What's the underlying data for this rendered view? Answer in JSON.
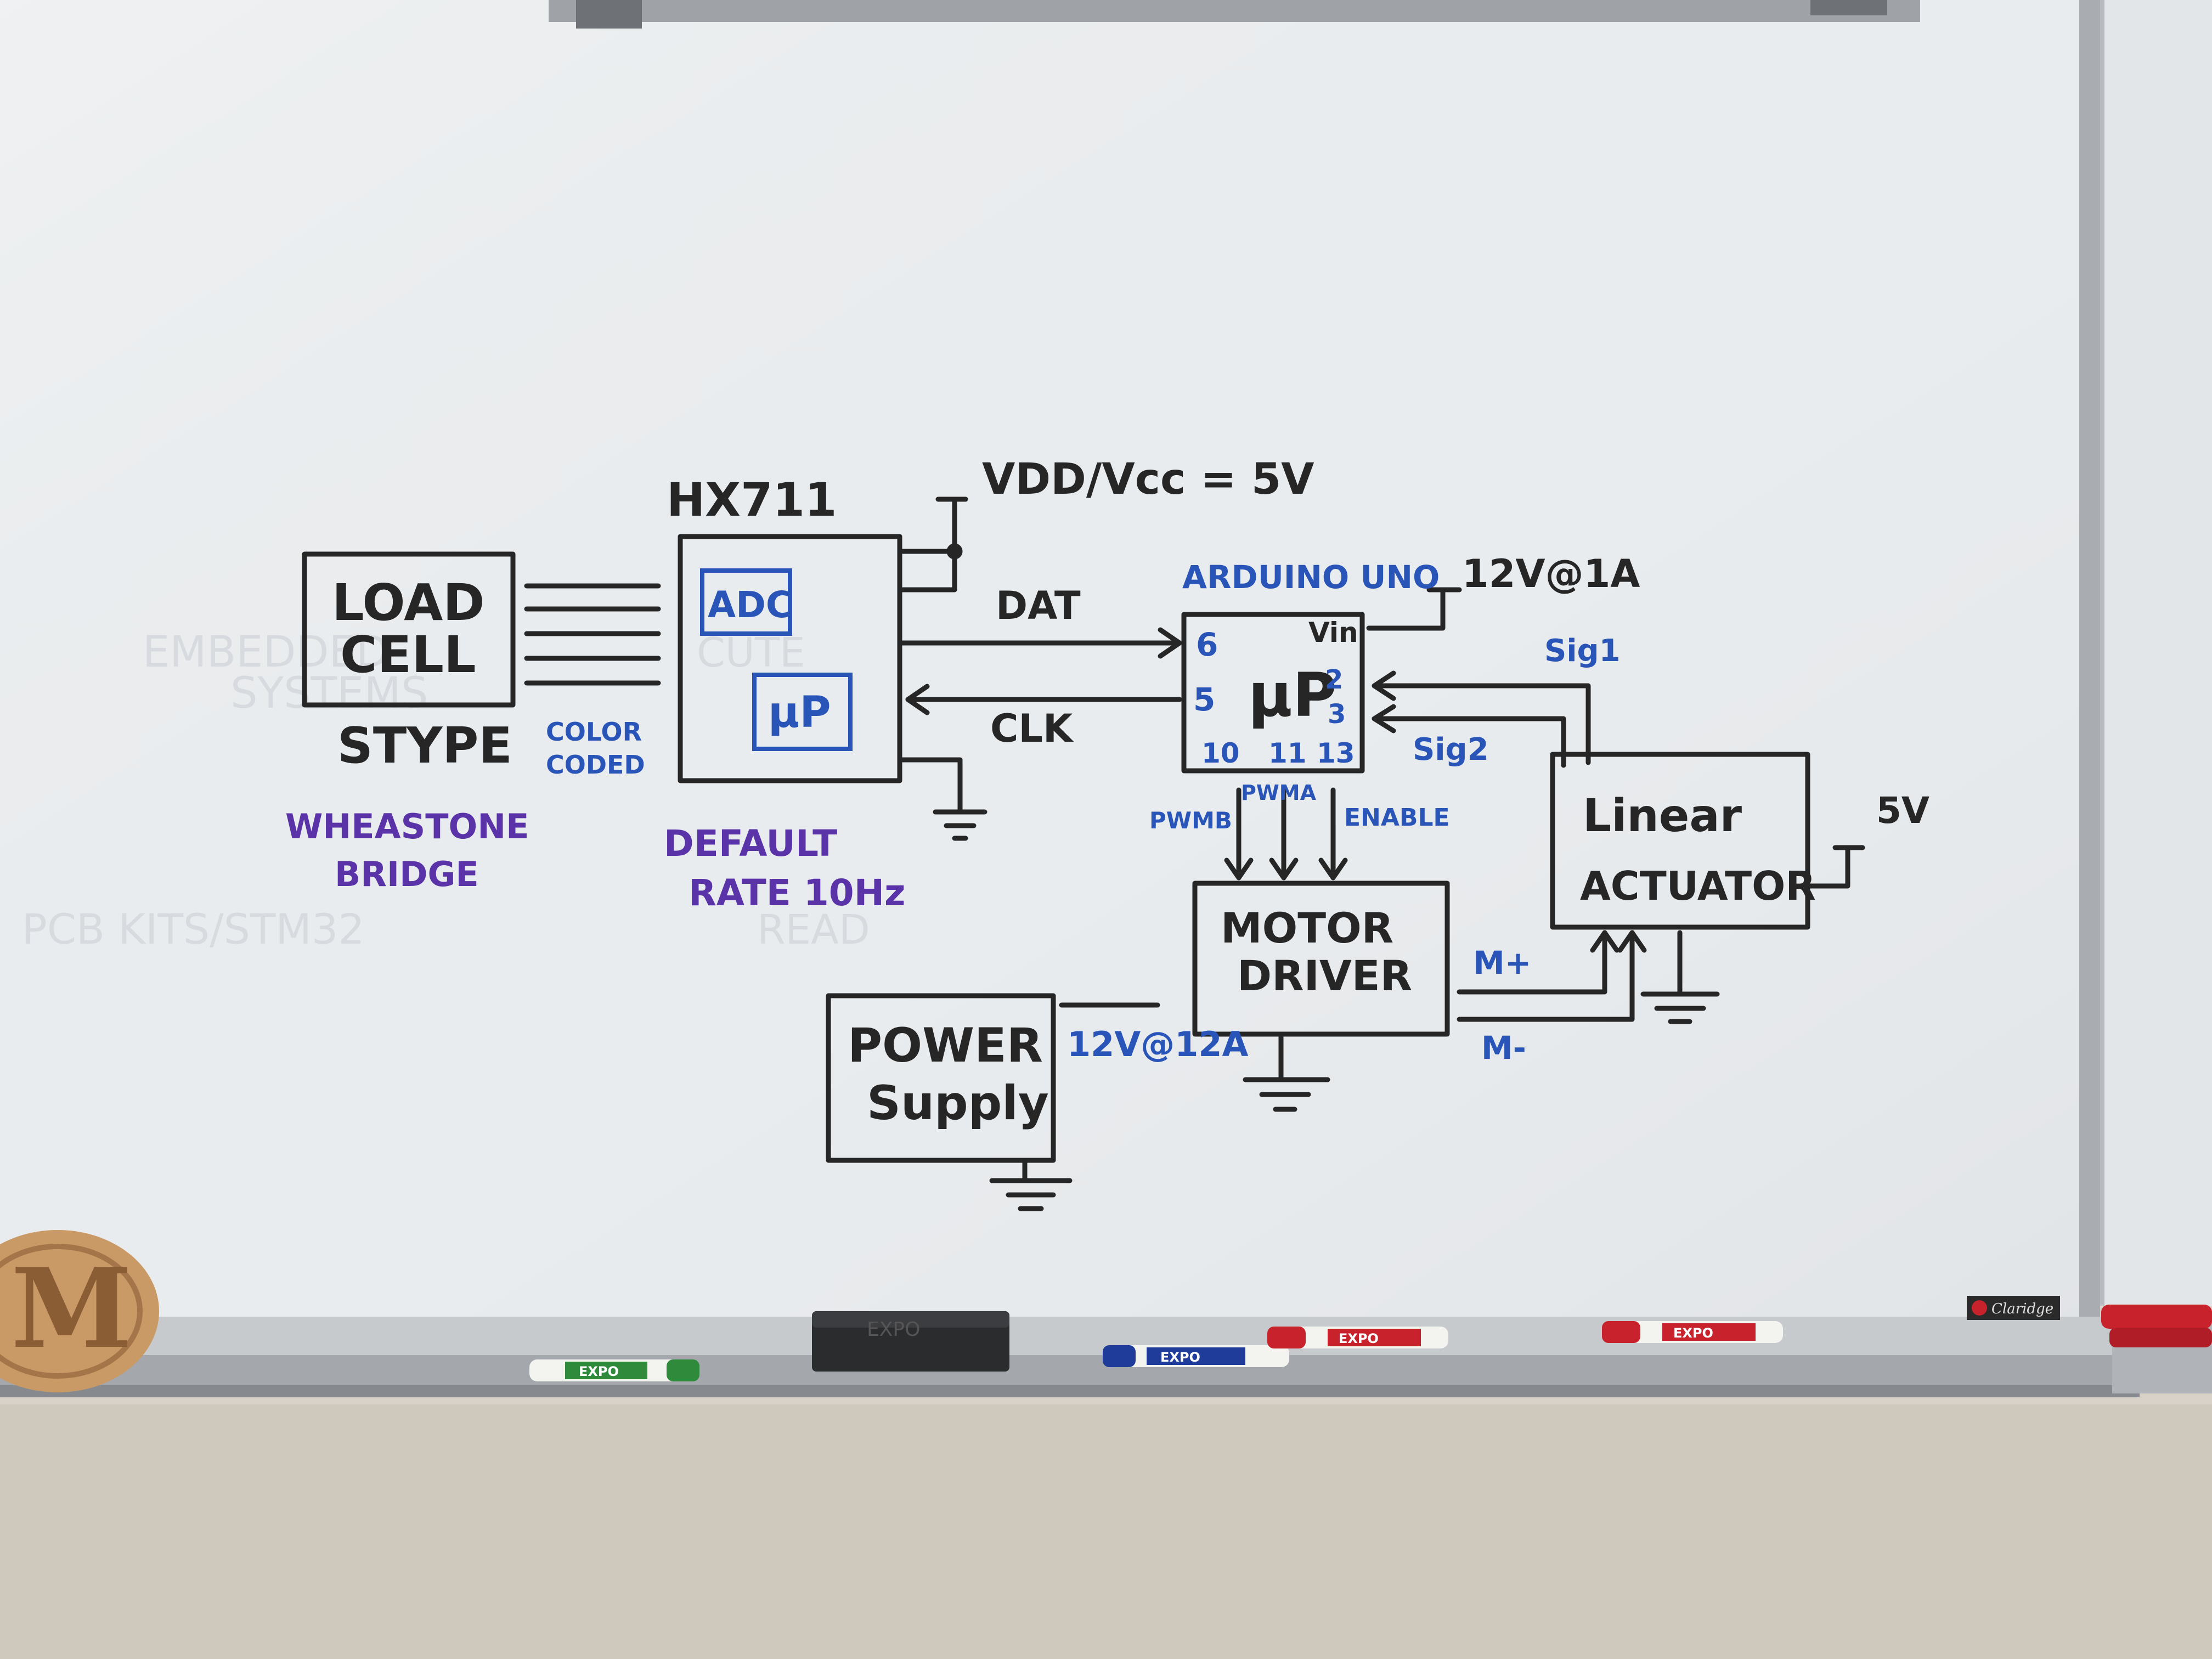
{
  "colors": {
    "wall": "#d8d2c9",
    "board": "#e9ecee",
    "frame": "#a9adb1",
    "marker_black": "#262626",
    "marker_blue": "#2a55b8",
    "marker_purple": "#5a33a8",
    "marker_green": "#2f8a3b",
    "marker_red": "#c8232c"
  },
  "diagram": {
    "load_cell": {
      "line1": "LOAD",
      "line2": "CELL"
    },
    "stype": "STYPE",
    "color_coded": {
      "line1": "COLOR",
      "line2": "CODED"
    },
    "wheatstone": {
      "line1": "WHEASTONE",
      "line2": "BRIDGE"
    },
    "hx711": {
      "title": "HX711",
      "adc": "ADC",
      "up": "µP",
      "default_line1": "DEFAULT",
      "default_line2": "RATE 10Hz"
    },
    "vdd_label": "VDD/Vcc = 5V",
    "dat_label": "DAT",
    "clk_label": "CLK",
    "arduino": {
      "title": "ARDUINO UNO",
      "up": "µP",
      "vin": "Vin",
      "pin6": "6",
      "pin5": "5",
      "pin2": "2",
      "pin3": "3",
      "pin10": "10",
      "pin11": "11",
      "pin13": "13",
      "supply": "12V@1A"
    },
    "sig1": "Sig1",
    "sig2": "Sig2",
    "pwmb": "PWMB",
    "pwma": "PWMA",
    "enable": "ENABLE",
    "motor_driver": {
      "line1": "MOTOR",
      "line2": "DRIVER"
    },
    "linear_actuator": {
      "line1": "Linear",
      "line2": "ACTUATOR"
    },
    "actuator_supply": "5V",
    "m_plus": "M+",
    "m_minus": "M-",
    "power_supply": {
      "line1": "POWER",
      "line2": "Supply"
    },
    "supply_rating": "12V@12A"
  },
  "erased_text": [
    "EMBEDDED",
    "SYSTEMS",
    "CUTE",
    "PCB KITS/STM32",
    "READ"
  ],
  "tray_items": [
    {
      "name": "eraser",
      "brand": "EXPO"
    },
    {
      "name": "green-marker",
      "brand": "EXPO"
    },
    {
      "name": "blue-marker",
      "brand": "EXPO"
    },
    {
      "name": "red-marker",
      "brand": "EXPO"
    },
    {
      "name": "red-marker",
      "brand": "EXPO"
    }
  ],
  "board_logo": "M",
  "frame_brand": "Claridge"
}
